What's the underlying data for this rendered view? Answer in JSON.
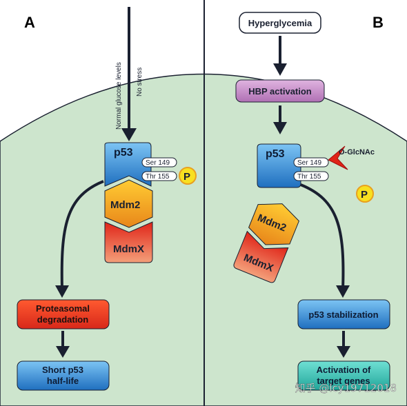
{
  "panel_a": {
    "letter": "A",
    "input_line1": "Normal glucose levels",
    "input_line2": "No stress",
    "p53": "p53",
    "ser149": "Ser 149",
    "thr155": "Thr 155",
    "phospho": "P",
    "mdm2": "Mdm2",
    "mdmx": "MdmX",
    "degradation_line1": "Proteasomal",
    "degradation_line2": "degradation",
    "outcome_line1": "Short p53",
    "outcome_line2": "half-life"
  },
  "panel_b": {
    "letter": "B",
    "trigger": "Hyperglycemia",
    "hbp": "HBP activation",
    "p53": "p53",
    "ser149": "Ser 149",
    "thr155": "Thr 155",
    "oglcnac": "O-GlcNAc",
    "phospho": "P",
    "mdm2": "Mdm2",
    "mdmx": "MdmX",
    "stabilization": "p53 stabilization",
    "outcome_line1": "Activation of",
    "outcome_line2": "target genes"
  },
  "watermark": "知乎 @lcy19712018",
  "colors": {
    "cell": "#cde5cd",
    "p53_blue": "#3a8fd6",
    "mdm2_orange": "#f0a020",
    "mdmx_red": "#e03020",
    "degradation_red": "#e84020",
    "hbp_purple": "#c890c8",
    "stabilization_blue": "#3e9cd8",
    "activation_teal": "#3bbcb0",
    "phospho_yellow": "#f8e020",
    "arrow": "#1a2030"
  }
}
